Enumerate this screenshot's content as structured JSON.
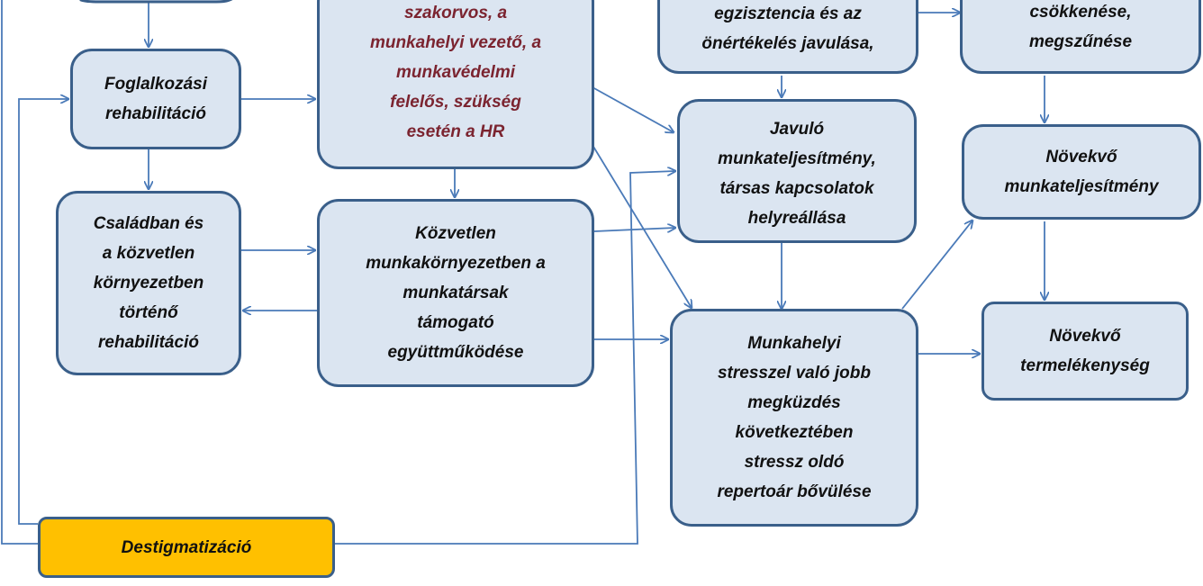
{
  "colors": {
    "box_fill": "#dbe5f1",
    "box_border": "#3a5f8a",
    "arrow": "#4a7ab8",
    "destig_fill": "#ffc000",
    "text_red": "#7b2430"
  },
  "nodes": {
    "hr_box": {
      "lines": [
        "szakorvos, a",
        "munkahelyi vezető, a",
        "munkavédelmi",
        "felelős, szükség",
        "esetén a HR"
      ]
    },
    "foglalkozasi": {
      "lines": [
        "Foglalkozási",
        "rehabilitáció"
      ]
    },
    "csaladban": {
      "lines": [
        "Családban és",
        "a közvetlen",
        "környezetben",
        "történő",
        "rehabilitáció"
      ]
    },
    "kozvetlen": {
      "lines": [
        "Közvetlen",
        "munkakörnyezetben a",
        "munkatársak",
        "támogató",
        "együttműködése"
      ]
    },
    "egzisztencia": {
      "lines": [
        "egzisztencia és az",
        "önértékelés javulása,"
      ]
    },
    "csokkenese": {
      "lines": [
        "csökkenése,",
        "megszűnése"
      ]
    },
    "javulo": {
      "lines": [
        "Javuló",
        "munkateljesítmény,",
        "társas kapcsolatok",
        "helyreállása"
      ]
    },
    "novekvo_munka": {
      "lines": [
        "Növekvő",
        "munkateljesítmény"
      ]
    },
    "munkahelyi_stressz": {
      "lines": [
        "Munkahelyi",
        "stresszel való jobb",
        "megküzdés",
        "következtében",
        "stressz oldó",
        "repertoár bővülése"
      ]
    },
    "novekvo_termel": {
      "lines": [
        "Növekvő",
        "termelékenység"
      ]
    },
    "destig": {
      "lines": [
        "Destigmatizáció"
      ]
    }
  }
}
